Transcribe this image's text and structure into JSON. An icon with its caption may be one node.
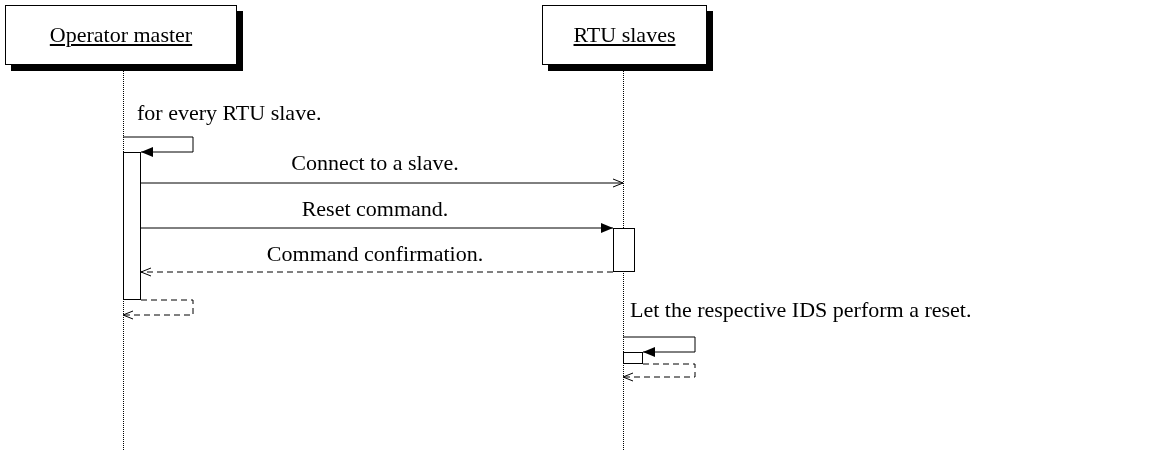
{
  "diagram": {
    "nodes": [
      {
        "text": [
          "Operator master"
        ]
      },
      {
        "text": [
          "RTU slaves"
        ]
      },
      {
        "text": [],
        "shape": "line"
      },
      {
        "text": [],
        "shape": "line"
      },
      {
        "text": [],
        "shape": "bar"
      },
      {
        "text": [],
        "shape": "bar"
      },
      {
        "text": [],
        "shape": "bar"
      }
    ],
    "edges": [
      {
        "from": 2,
        "to": 4,
        "arrow": "to",
        "label": "for every RTU slave."
      },
      {
        "from": 4,
        "to": 3,
        "arrow": "to",
        "label": "Connect to a slave."
      },
      {
        "from": 4,
        "to": 5,
        "arrow": "to",
        "label": "Reset command."
      },
      {
        "from": 5,
        "to": 4,
        "arrow": "to",
        "label": "Command confirmation.",
        "style": "dashed"
      },
      {
        "from": 4,
        "to": 2,
        "arrow": "to",
        "style": "dashed"
      },
      {
        "from": 3,
        "to": 6,
        "arrow": "to",
        "label": "Let the respective IDS perform a reset."
      },
      {
        "from": 6,
        "to": 3,
        "arrow": "to",
        "style": "dashed"
      }
    ]
  }
}
